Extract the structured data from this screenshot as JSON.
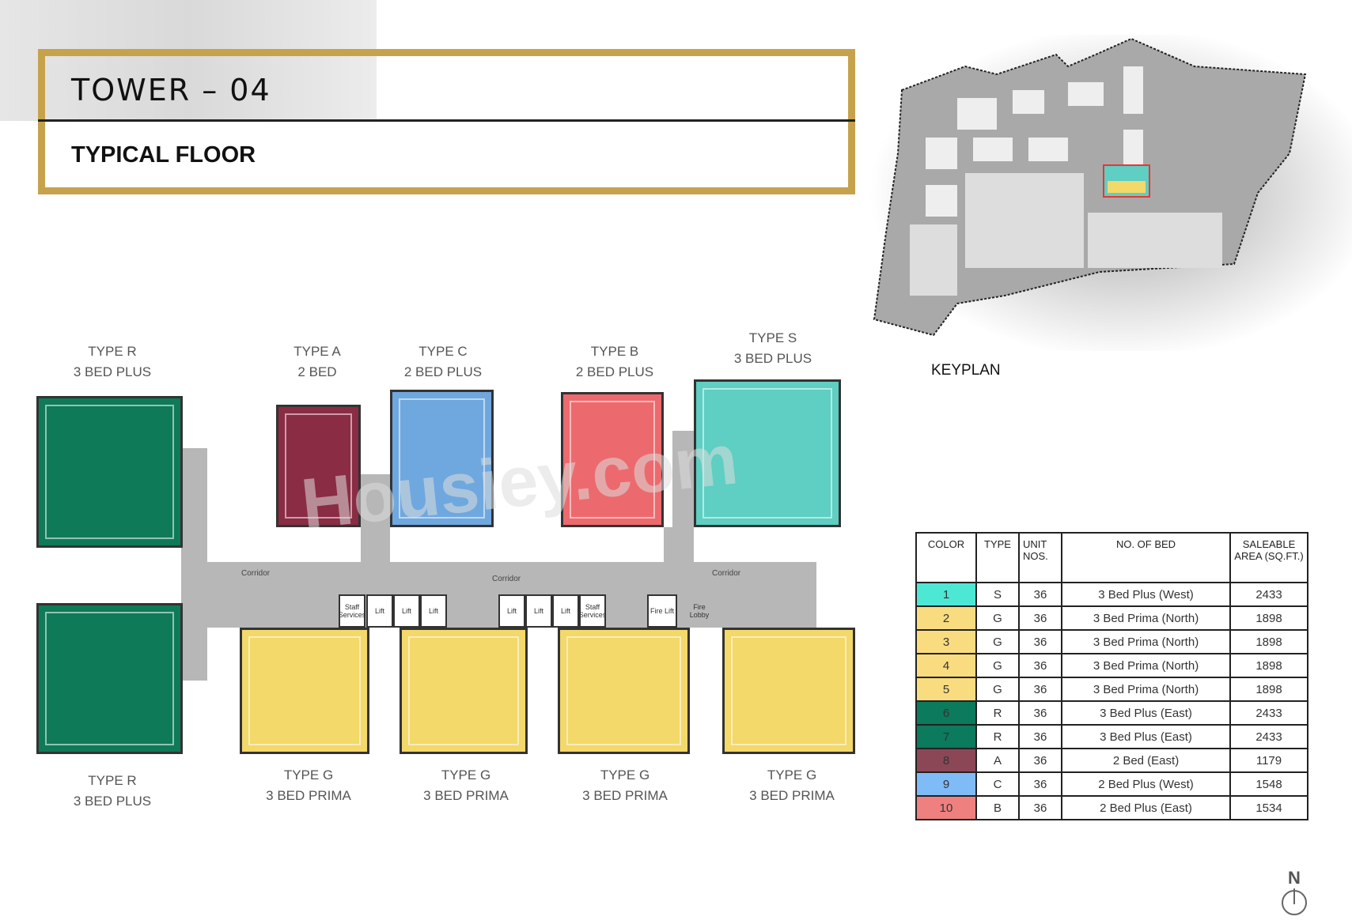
{
  "header": {
    "title": "TOWER – 04",
    "subtitle": "TYPICAL FLOOR"
  },
  "keyplan": {
    "label": "KEYPLAN"
  },
  "colors": {
    "gold": "#c6a24c",
    "type_s": "#5ecfc2",
    "type_g": "#f3d86a",
    "type_r": "#0f7a57",
    "type_a": "#8a2c44",
    "type_c": "#6fa8de",
    "type_b": "#ec6a6e",
    "corridor": "#b7b7b7"
  },
  "floorplan": {
    "units": [
      {
        "type": "TYPE R",
        "beds": "3 BED PLUS"
      },
      {
        "type": "TYPE A",
        "beds": "2 BED"
      },
      {
        "type": "TYPE C",
        "beds": "2 BED PLUS"
      },
      {
        "type": "TYPE B",
        "beds": "2 BED PLUS"
      },
      {
        "type": "TYPE S",
        "beds": "3 BED PLUS"
      },
      {
        "type": "TYPE R",
        "beds": "3 BED PLUS"
      },
      {
        "type": "TYPE G",
        "beds": "3 BED PRIMA"
      },
      {
        "type": "TYPE G",
        "beds": "3 BED PRIMA"
      },
      {
        "type": "TYPE G",
        "beds": "3 BED PRIMA"
      },
      {
        "type": "TYPE G",
        "beds": "3 BED PRIMA"
      }
    ],
    "corridor_label": "Corridor",
    "core": [
      "Staff Services",
      "Lift",
      "Lift",
      "Lift",
      "Lift",
      "Lift",
      "Lift",
      "Staff Services",
      "Fire Lift",
      "Fire Lobby"
    ],
    "watermark": "Housiey.com"
  },
  "table": {
    "headers": [
      "COLOR",
      "TYPE",
      "UNIT NOS.",
      "NO. OF BED",
      "SALEABLE AREA (SQ.FT.)"
    ],
    "rows": [
      {
        "color_no": "1",
        "color": "#4de8d4",
        "type": "S",
        "units": "36",
        "beds": "3 Bed Plus (West)",
        "area": "2433"
      },
      {
        "color_no": "2",
        "color": "#f9dc80",
        "type": "G",
        "units": "36",
        "beds": "3 Bed Prima (North)",
        "area": "1898"
      },
      {
        "color_no": "3",
        "color": "#f9dc80",
        "type": "G",
        "units": "36",
        "beds": "3 Bed Prima (North)",
        "area": "1898"
      },
      {
        "color_no": "4",
        "color": "#f9dc80",
        "type": "G",
        "units": "36",
        "beds": "3 Bed Prima (North)",
        "area": "1898"
      },
      {
        "color_no": "5",
        "color": "#f9dc80",
        "type": "G",
        "units": "36",
        "beds": "3 Bed Prima (North)",
        "area": "1898"
      },
      {
        "color_no": "6",
        "color": "#0c7a5c",
        "type": "R",
        "units": "36",
        "beds": "3 Bed Plus (East)",
        "area": "2433"
      },
      {
        "color_no": "7",
        "color": "#0c7a5c",
        "type": "R",
        "units": "36",
        "beds": "3 Bed Plus (East)",
        "area": "2433"
      },
      {
        "color_no": "8",
        "color": "#8c4757",
        "type": "A",
        "units": "36",
        "beds": "2 Bed (East)",
        "area": "1179"
      },
      {
        "color_no": "9",
        "color": "#7fbcf7",
        "type": "C",
        "units": "36",
        "beds": "2 Bed Plus (West)",
        "area": "1548"
      },
      {
        "color_no": "10",
        "color": "#ef8080",
        "type": "B",
        "units": "36",
        "beds": "2 Bed Plus (East)",
        "area": "1534"
      }
    ]
  },
  "north_label": "N"
}
